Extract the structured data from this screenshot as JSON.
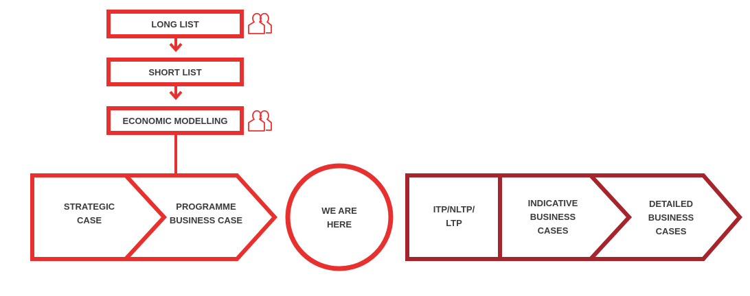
{
  "colors": {
    "red": "#e8312f",
    "dark_red": "#a6242c",
    "text": "#3b3b3b"
  },
  "process_steps": [
    {
      "label": "LONG LIST",
      "icon": "people-icon"
    },
    {
      "label": "SHORT LIST"
    },
    {
      "label": "ECONOMIC MODELLING",
      "icon": "people-icon"
    }
  ],
  "left_chevrons": [
    {
      "label": "STRATEGIC\nCASE"
    },
    {
      "label": "PROGRAMME\nBUSINESS CASE"
    }
  ],
  "circle": {
    "label": "WE ARE\nHERE"
  },
  "right_chevrons": [
    {
      "label": "ITP/NLTP/\nLTP"
    },
    {
      "label": "INDICATIVE\nBUSINESS\nCASES"
    },
    {
      "label": "DETAILED\nBUSINESS\nCASES"
    }
  ]
}
